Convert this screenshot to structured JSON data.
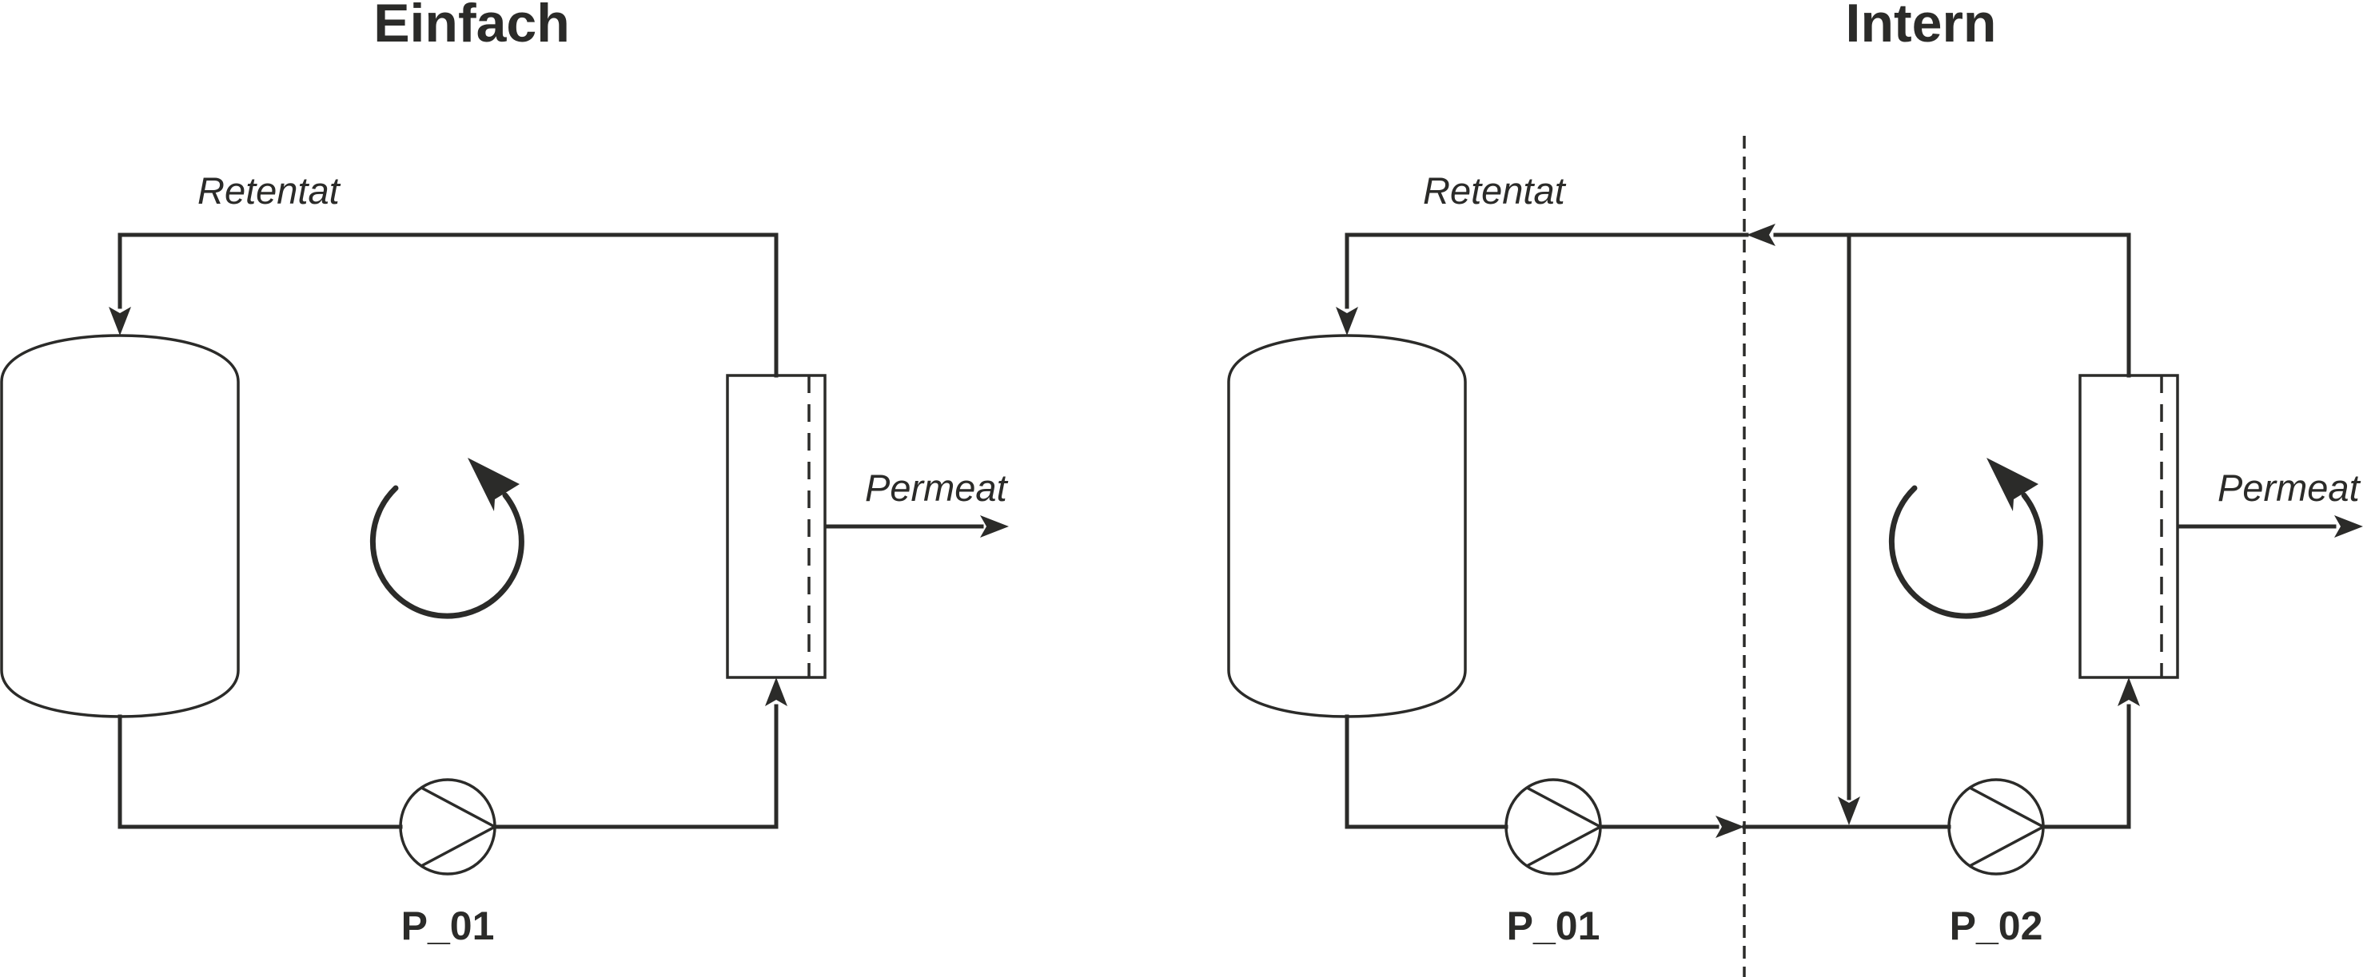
{
  "colors": {
    "ink": "#2b2b29",
    "background": "#ffffff"
  },
  "panels": [
    {
      "title": "Einfach",
      "retentate_label": "Retentat",
      "permeate_label": "Permeat",
      "pumps": [
        {
          "label": "P_01"
        }
      ],
      "components": [
        "tank",
        "pump",
        "membrane-module",
        "recirculation-symbol"
      ]
    },
    {
      "title": "Intern",
      "retentate_label": "Retentat",
      "permeate_label": "Permeat",
      "pumps": [
        {
          "label": "P_01"
        },
        {
          "label": "P_02"
        }
      ],
      "components": [
        "tank",
        "pump",
        "pump",
        "membrane-module",
        "recirculation-symbol",
        "internal-bypass",
        "boundary-divider"
      ]
    }
  ],
  "icons": {
    "pump": "centrifugal-pump-icon",
    "tank": "vessel-icon",
    "membrane": "membrane-module-icon",
    "recirculation": "rotation-arrow-icon"
  }
}
